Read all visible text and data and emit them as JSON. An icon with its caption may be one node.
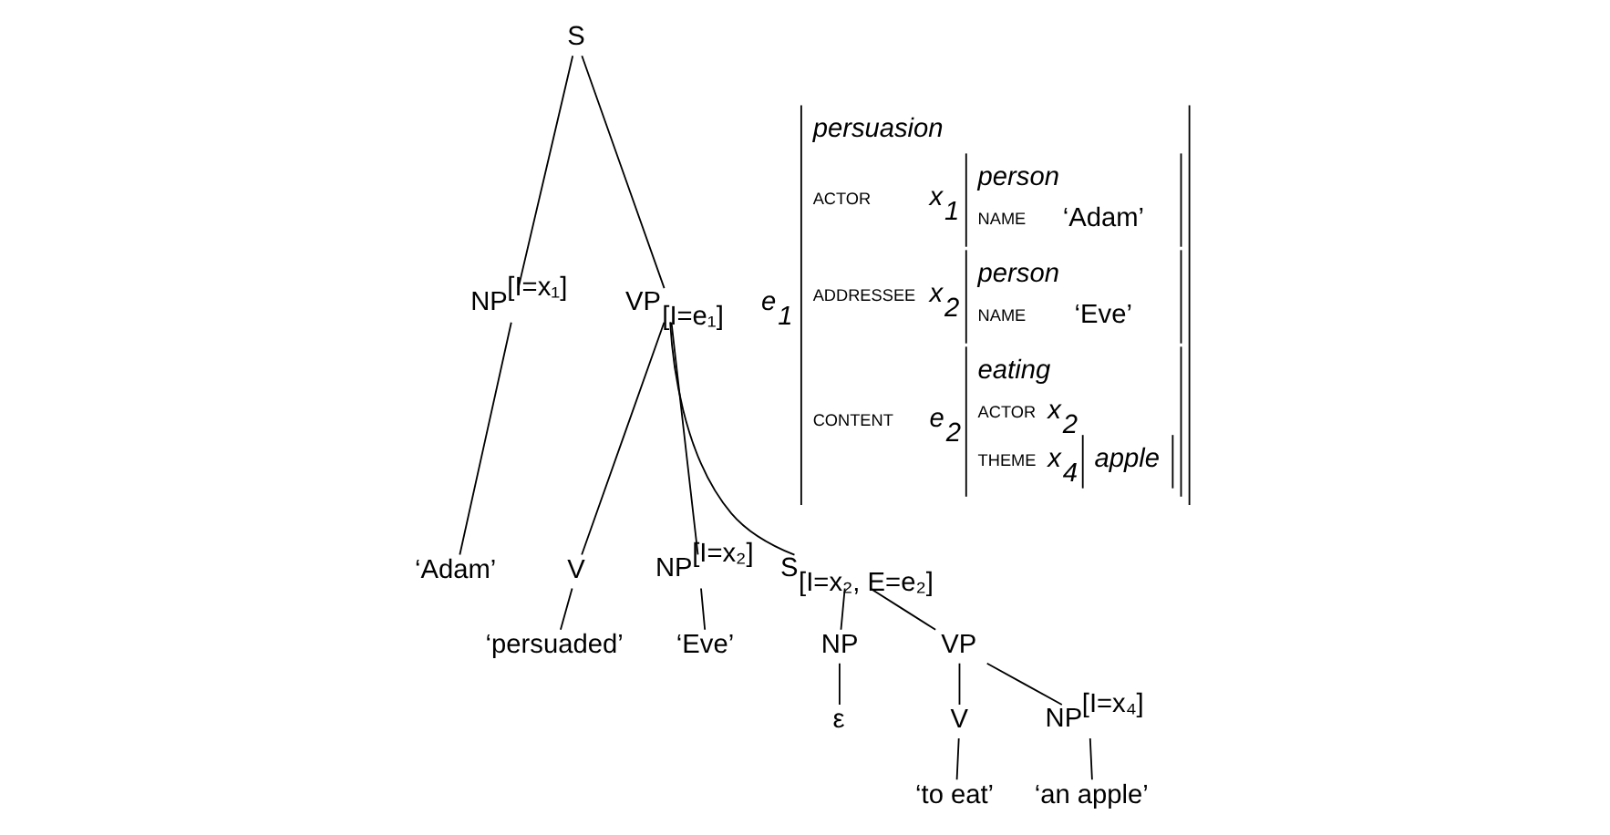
{
  "diagram": {
    "nodes": [
      {
        "text": [
          "S"
        ]
      },
      {
        "text": [
          "NP$^{[I=x₁]}$"
        ]
      },
      {
        "text": [
          "VP$_{[I=e₁]}$"
        ]
      },
      {
        "text": [
          "‘Adam’"
        ]
      },
      {
        "text": [
          "V"
        ]
      },
      {
        "text": [
          "NP$^{[I=x₂]}$"
        ]
      },
      {
        "text": [
          "S$_{[I=x₂, E=e₂]}$"
        ]
      },
      {
        "text": [
          "‘persuaded’"
        ]
      },
      {
        "text": [
          "‘Eve’"
        ]
      },
      {
        "text": [
          "NP"
        ]
      },
      {
        "text": [
          "VP"
        ]
      },
      {
        "text": [
          "ε"
        ]
      },
      {
        "text": [
          "V"
        ]
      },
      {
        "text": [
          "NP$^{[I=x₄]}$"
        ]
      },
      {
        "text": [
          "‘to eat’"
        ]
      },
      {
        "text": [
          "‘an apple’"
        ]
      }
    ],
    "edges": [
      {
        "from": 0,
        "to": 1,
        "arrow": "none"
      },
      {
        "from": 0,
        "to": 2,
        "arrow": "none"
      },
      {
        "from": 1,
        "to": 3,
        "arrow": "none"
      },
      {
        "from": 2,
        "to": 4,
        "arrow": "none"
      },
      {
        "from": 2,
        "to": 5,
        "arrow": "none"
      },
      {
        "from": 2,
        "to": 6,
        "arrow": "none"
      },
      {
        "from": 4,
        "to": 7,
        "arrow": "none"
      },
      {
        "from": 5,
        "to": 8,
        "arrow": "none"
      },
      {
        "from": 6,
        "to": 9,
        "arrow": "none"
      },
      {
        "from": 6,
        "to": 10,
        "arrow": "none"
      },
      {
        "from": 9,
        "to": 11,
        "arrow": "none"
      },
      {
        "from": 10,
        "to": 12,
        "arrow": "none"
      },
      {
        "from": 10,
        "to": 13,
        "arrow": "none"
      },
      {
        "from": 12,
        "to": 14,
        "arrow": "none"
      },
      {
        "from": 13,
        "to": 15,
        "arrow": "none"
      }
    ],
    "labels": [
      "e$_{1}$",
      "persuasion",
      "ACTOR",
      "x$_{1}$",
      "person",
      "NAME",
      "‘Adam’",
      "ADDRESSEE",
      "x$_{2}$",
      "person",
      "NAME",
      "‘Eve’",
      "CONTENT",
      "e$_{2}$",
      "eating",
      "ACTOR",
      "x$_{2}$",
      "THEME",
      "x$_{4}$",
      "apple"
    ]
  }
}
